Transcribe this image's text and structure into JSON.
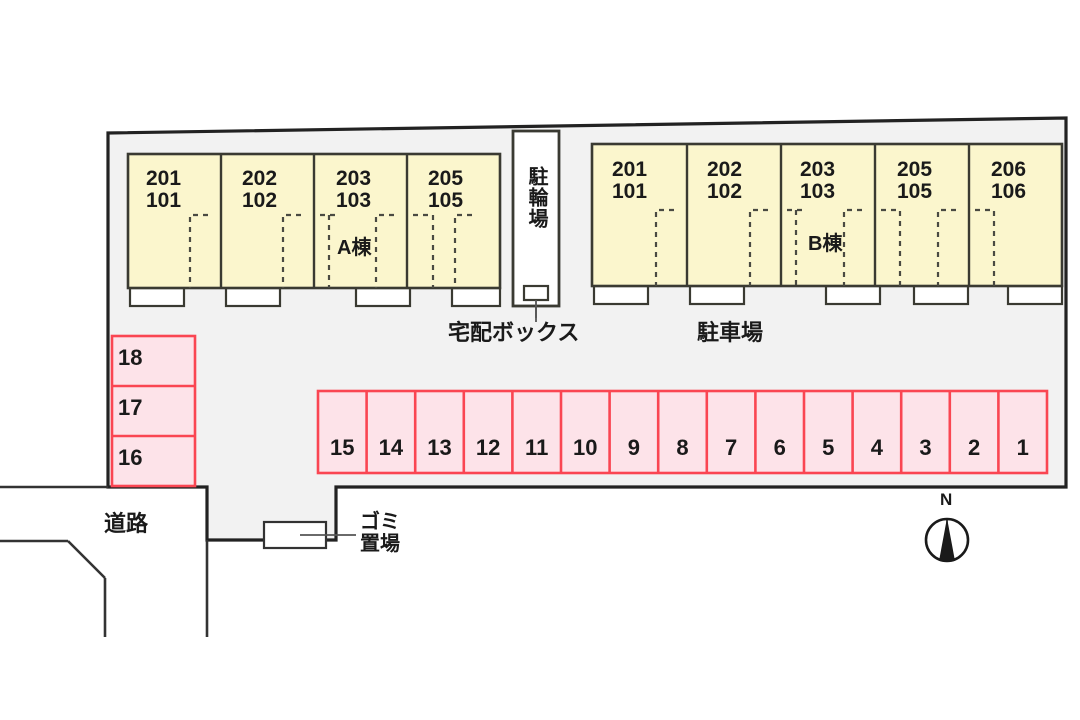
{
  "plan": {
    "title_note": "apartment site plan",
    "colors": {
      "building_fill": "#fbf6cd",
      "building_stroke": "#3a3a32",
      "site_fill": "#f2f2f2",
      "site_stroke": "#222222",
      "stall_fill": "#fde3e9",
      "stall_stroke": "#fa4652",
      "white_fill": "#ffffff",
      "text": "#1a1a1a"
    }
  },
  "buildings": [
    {
      "name": "A棟",
      "units": [
        {
          "upper": "201",
          "lower": "101"
        },
        {
          "upper": "202",
          "lower": "102"
        },
        {
          "upper": "203",
          "lower": "103"
        },
        {
          "upper": "205",
          "lower": "105"
        }
      ]
    },
    {
      "name": "B棟",
      "units": [
        {
          "upper": "201",
          "lower": "101"
        },
        {
          "upper": "202",
          "lower": "102"
        },
        {
          "upper": "203",
          "lower": "103"
        },
        {
          "upper": "205",
          "lower": "105"
        },
        {
          "upper": "206",
          "lower": "106"
        }
      ]
    }
  ],
  "facilities": {
    "bicycle_parking": "駐輪場",
    "delivery_box": "宅配ボックス",
    "parking_lot": "駐車場",
    "garbage_area": "ゴミ\n置場",
    "road": "道路"
  },
  "parking": {
    "main_row": [
      "15",
      "14",
      "13",
      "12",
      "11",
      "10",
      "9",
      "8",
      "7",
      "6",
      "5",
      "4",
      "3",
      "2",
      "1"
    ],
    "left_column": [
      "18",
      "17",
      "16"
    ]
  },
  "compass": {
    "north_label": "N",
    "icon": "compass-north-icon"
  }
}
